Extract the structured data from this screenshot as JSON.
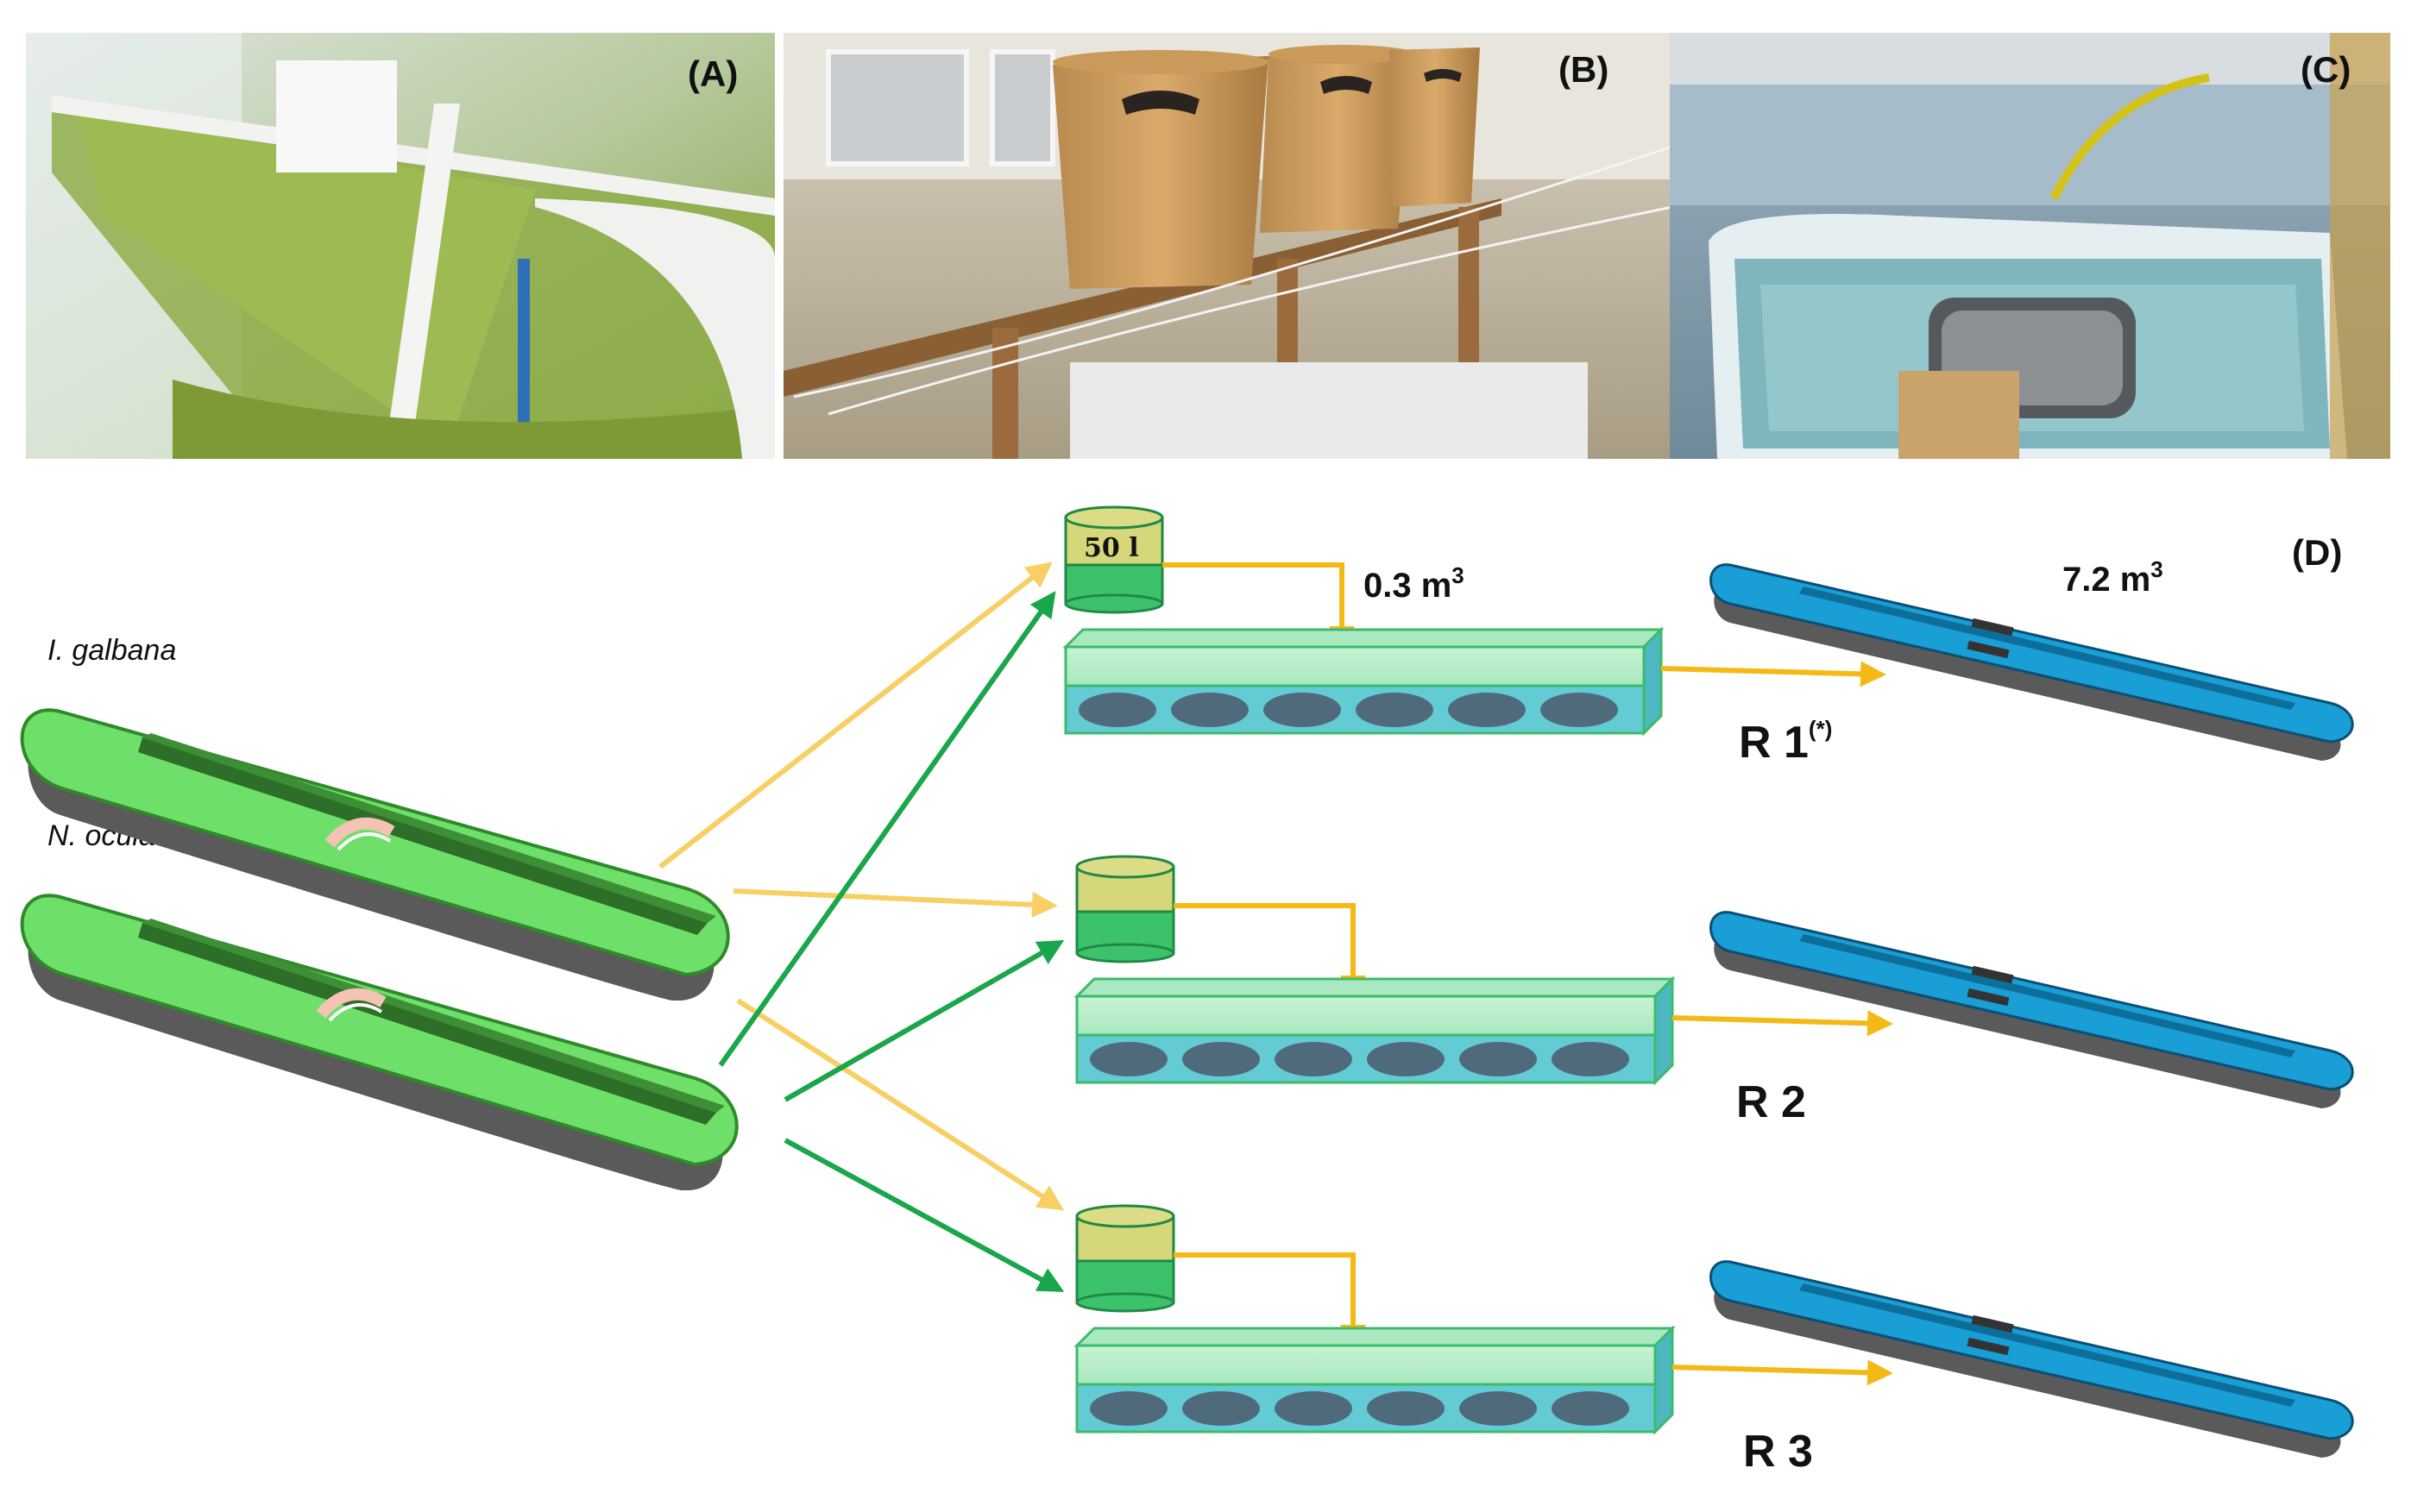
{
  "photos": {
    "a_label": "(A)",
    "b_label": "(B)",
    "c_label": "(C)"
  },
  "diagram": {
    "panel_label": "(D)",
    "species_1": "I. galbana",
    "species_2": "N. oculata",
    "bucket_volume": "50 l",
    "tank_volume_prefix": "0.3 m",
    "tank_volume_exp": "3",
    "raceway_volume_prefix": "7.2 m",
    "raceway_volume_exp": "3",
    "r1": "R 1",
    "r1_note": "(*)",
    "r2": "R 2",
    "r3": "R 3"
  },
  "colors": {
    "algae_green": "#6ee06a",
    "raceway_blue": "#1a9ed6",
    "flow_yellow": "#f5b916",
    "flow_green": "#1aa64a",
    "tank_green": "#bff0cc",
    "tank_water": "#62cbd3"
  }
}
